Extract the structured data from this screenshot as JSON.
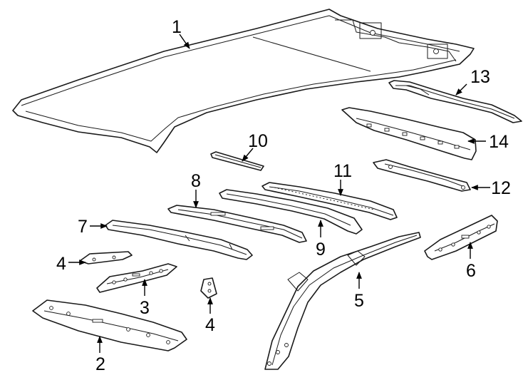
{
  "callouts": {
    "c1": "1",
    "c2": "2",
    "c3": "3",
    "c4a": "4",
    "c4b": "4",
    "c5": "5",
    "c6": "6",
    "c7": "7",
    "c8": "8",
    "c9": "9",
    "c10": "10",
    "c11": "11",
    "c12": "12",
    "c13": "13",
    "c14": "14"
  }
}
